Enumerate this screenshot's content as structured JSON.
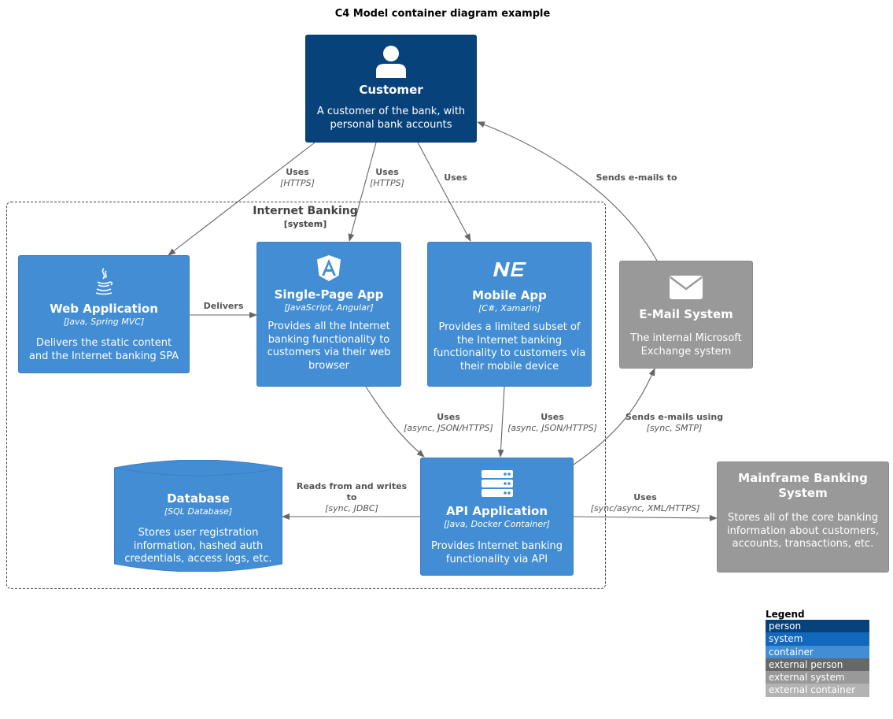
{
  "title": "C4 Model container diagram example",
  "boundary": {
    "title": "Internet Banking",
    "type": "[system]"
  },
  "nodes": {
    "customer": {
      "name": "Customer",
      "desc": "A customer of the bank, with personal bank accounts",
      "icon": "person-icon",
      "color": "#08427B"
    },
    "web_app": {
      "name": "Web Application",
      "tech": "[Java, Spring MVC]",
      "desc": "Delivers the static content and the Internet banking SPA",
      "icon": "java-icon",
      "color": "#438DD5"
    },
    "spa": {
      "name": "Single-Page App",
      "tech": "[JavaScript, Angular]",
      "desc": "Provides all the Internet banking functionality to customers via their web browser",
      "icon": "angular-icon",
      "color": "#438DD5"
    },
    "mobile": {
      "name": "Mobile App",
      "tech": "[C#, Xamarin]",
      "desc": "Provides a limited subset of the Internet banking functionality to customers via their mobile device",
      "icon": "dotnet-icon",
      "color": "#438DD5"
    },
    "email": {
      "name": "E-Mail System",
      "desc": "The internal Microsoft Exchange system",
      "icon": "envelope-icon",
      "color": "#999999"
    },
    "database": {
      "name": "Database",
      "tech": "[SQL Database]",
      "desc": "Stores user registration information, hashed auth credentials, access logs, etc.",
      "color": "#438DD5"
    },
    "api": {
      "name": "API Application",
      "tech": "[Java, Docker Container]",
      "desc": "Provides Internet banking functionality via API",
      "icon": "server-icon",
      "color": "#438DD5"
    },
    "mainframe": {
      "name": "Mainframe Banking System",
      "desc": "Stores all of the core banking information about customers, accounts, transactions, etc.",
      "color": "#999999"
    }
  },
  "edges": {
    "customer_web": {
      "label": "Uses",
      "tech": "[HTTPS]"
    },
    "customer_spa": {
      "label": "Uses",
      "tech": "[HTTPS]"
    },
    "customer_mobile": {
      "label": "Uses"
    },
    "email_customer": {
      "label": "Sends e-mails to"
    },
    "web_spa": {
      "label": "Delivers"
    },
    "spa_api": {
      "label": "Uses",
      "tech": "[async, JSON/HTTPS]"
    },
    "mobile_api": {
      "label": "Uses",
      "tech": "[async, JSON/HTTPS]"
    },
    "api_email": {
      "label": "Sends e-mails using",
      "tech": "[sync, SMTP]"
    },
    "api_db": {
      "label": "Reads from and writes to",
      "tech": "[sync, JDBC]"
    },
    "api_mainframe": {
      "label": "Uses",
      "tech": "[sync/async, XML/HTTPS]"
    }
  },
  "legend": {
    "title": "Legend",
    "items": [
      {
        "label": "person",
        "color": "#08427B"
      },
      {
        "label": "system",
        "color": "#1168BD"
      },
      {
        "label": "container",
        "color": "#438DD5"
      },
      {
        "label": "external person",
        "color": "#686868"
      },
      {
        "label": "external system",
        "color": "#999999"
      },
      {
        "label": "external container",
        "color": "#B3B3B3"
      }
    ]
  }
}
